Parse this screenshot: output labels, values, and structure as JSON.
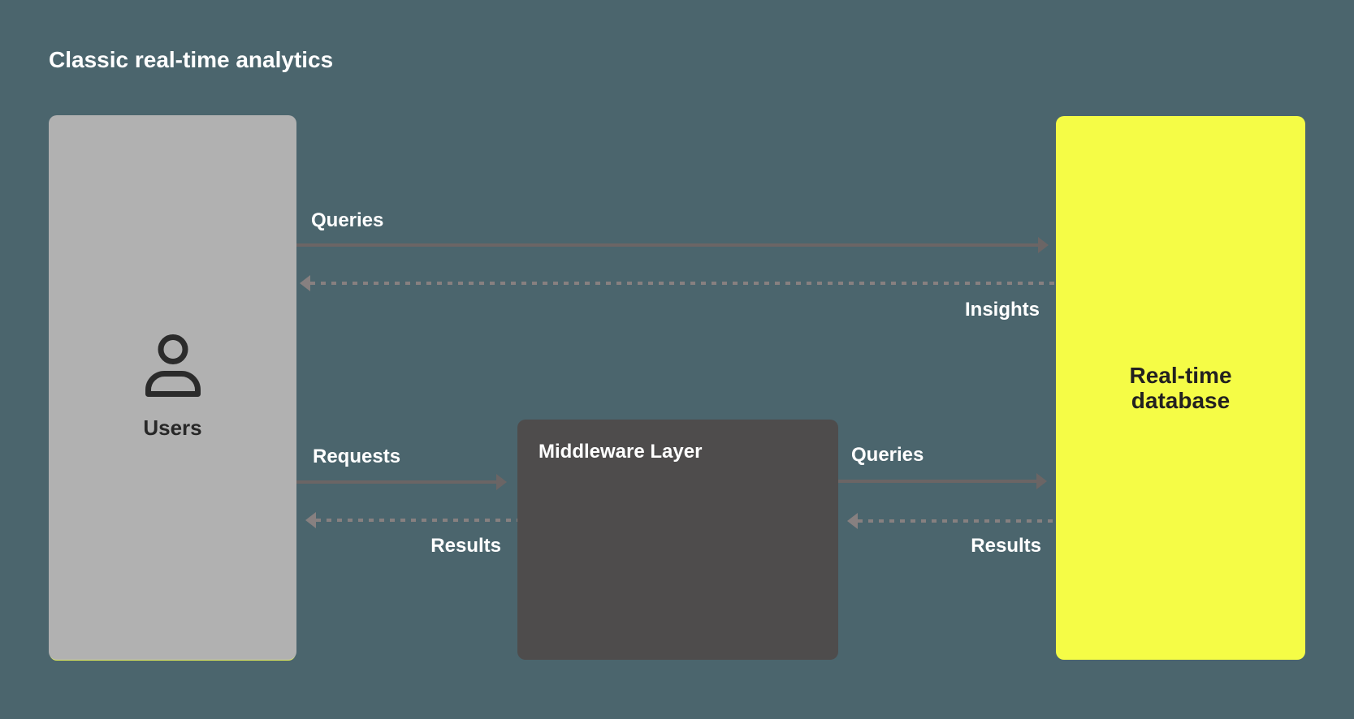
{
  "title": "Classic real-time analytics",
  "colors": {
    "bg": "#4B656D",
    "users-fill": "#B1B1B1",
    "middleware-fill": "#4E4C4C",
    "database-fill": "#F5FC46",
    "arrow-solid": "#6B6565",
    "arrow-dashed": "#878080",
    "label-light": "#FFFFFF",
    "label-dark": "#282828",
    "users-underline": "#E8F25B"
  },
  "nodes": {
    "users": {
      "label": "Users",
      "icon": "user-icon"
    },
    "middleware": {
      "label": "Middleware Layer"
    },
    "database": {
      "label": "Real-time database"
    }
  },
  "edges": {
    "queries_top": {
      "label": "Queries",
      "from": "users",
      "to": "database",
      "style": "solid"
    },
    "insights": {
      "label": "Insights",
      "from": "database",
      "to": "users",
      "style": "dashed"
    },
    "requests": {
      "label": "Requests",
      "from": "users",
      "to": "middleware",
      "style": "solid"
    },
    "results_left": {
      "label": "Results",
      "from": "middleware",
      "to": "users",
      "style": "dashed"
    },
    "queries_mid": {
      "label": "Queries",
      "from": "middleware",
      "to": "database",
      "style": "solid"
    },
    "results_right": {
      "label": "Results",
      "from": "database",
      "to": "middleware",
      "style": "dashed"
    }
  }
}
